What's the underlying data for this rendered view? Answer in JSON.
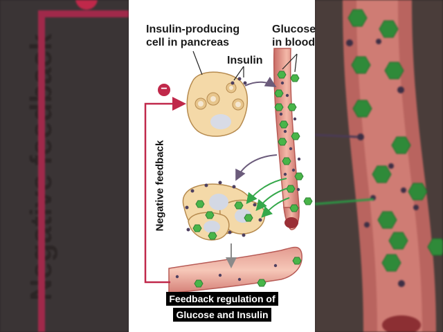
{
  "diagram": {
    "label_cell": "Insulin-producing cell in pancreas",
    "label_cell_line1": "Insulin-producing",
    "label_cell_line2": "cell in pancreas",
    "label_insulin": "Insulin",
    "label_glucose_line1": "Glucose",
    "label_glucose_line2": "in blood",
    "label_feedback": "Negative feedback",
    "feedback_sign": "−",
    "caption_line1": "Feedback regulation of",
    "caption_line2": "Glucose and Insulin"
  },
  "background": {
    "left_text": "Negative feedback"
  },
  "colors": {
    "vessel": "#d9857e",
    "vessel_dark": "#b85a55",
    "glucose": "#3fae49",
    "insulin": "#5b4a6e",
    "cell": "#f2d29a",
    "feedback": "#c0284a",
    "arrow_green": "#34a84a",
    "arrow_purple": "#6b5b7b"
  }
}
